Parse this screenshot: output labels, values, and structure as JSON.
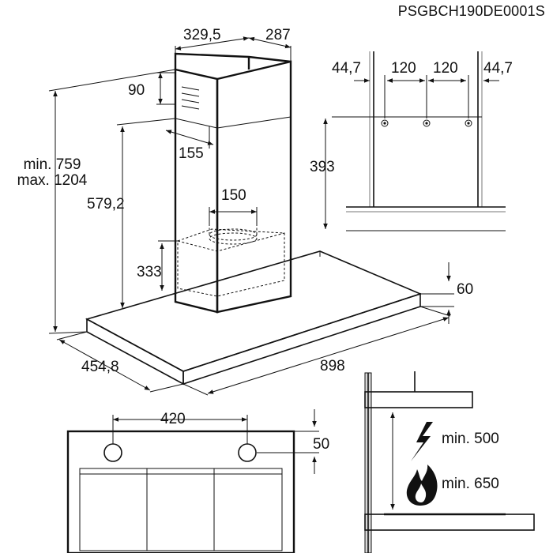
{
  "product_code": "PSGBCH190DE0001S",
  "dimensions": {
    "chimney_width": "329,5",
    "chimney_depth": "287",
    "top_offset": "90",
    "bracket_offset": "155",
    "height_range_min": "min. 759",
    "height_range_max": "max. 1204",
    "chimney_height": "579,2",
    "duct_diameter": "150",
    "motor_height": "333",
    "canopy_thickness": "60",
    "canopy_depth": "454,8",
    "canopy_width": "898",
    "mount_edge_left": "44,7",
    "mount_spacing_left": "120",
    "mount_spacing_right": "120",
    "mount_edge_right": "44,7",
    "mount_height": "393",
    "hole_spacing": "420",
    "hole_offset": "50"
  },
  "clearance": {
    "electric_label": "min. 500",
    "gas_label": "min. 650"
  },
  "icons": [
    "lightning-icon",
    "flame-icon"
  ]
}
